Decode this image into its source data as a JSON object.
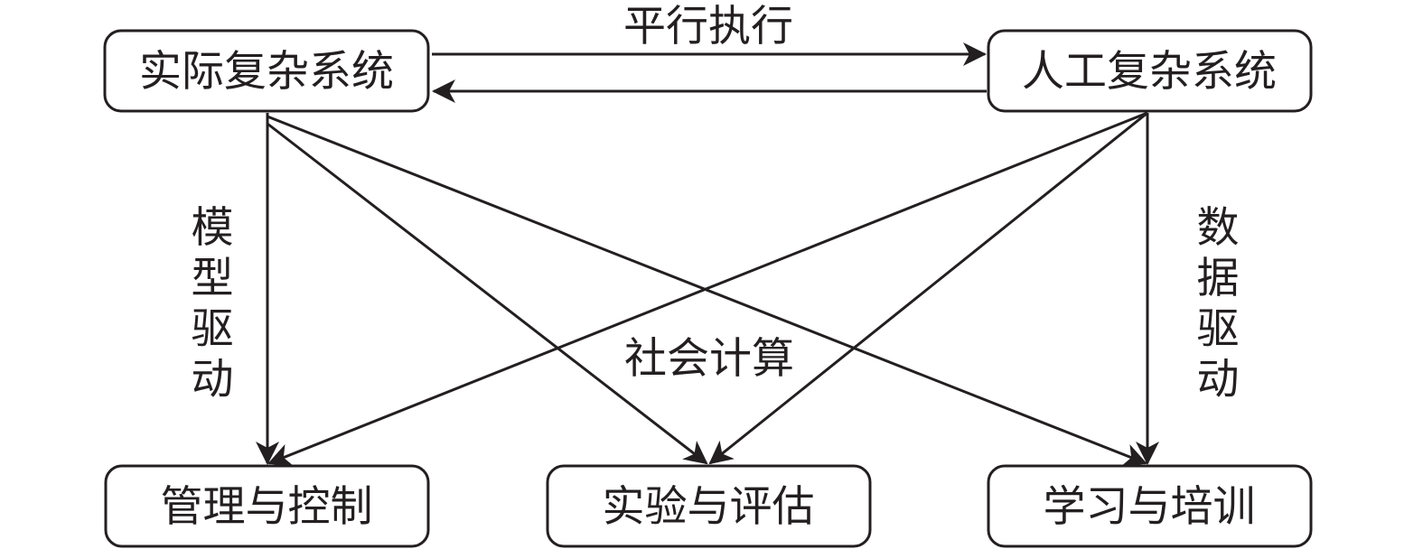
{
  "nodes": {
    "real_system": "实际复杂系统",
    "artificial_system": "人工复杂系统",
    "management_control": "管理与控制",
    "experiment_evaluation": "实验与评估",
    "learning_training": "学习与培训"
  },
  "edge_labels": {
    "parallel_execution": "平行执行",
    "model_driven": [
      "模",
      "型",
      "驱",
      "动"
    ],
    "data_driven": [
      "数",
      "据",
      "驱",
      "动"
    ],
    "social_computing": "社会计算"
  },
  "edges": [
    {
      "from": "实际复杂系统",
      "to": "人工复杂系统",
      "label": "平行执行"
    },
    {
      "from": "人工复杂系统",
      "to": "实际复杂系统",
      "label": ""
    },
    {
      "from": "实际复杂系统",
      "to": "管理与控制",
      "label": "模型驱动"
    },
    {
      "from": "实际复杂系统",
      "to": "实验与评估",
      "label": ""
    },
    {
      "from": "实际复杂系统",
      "to": "学习与培训",
      "label": ""
    },
    {
      "from": "人工复杂系统",
      "to": "管理与控制",
      "label": ""
    },
    {
      "from": "人工复杂系统",
      "to": "实验与评估",
      "label": ""
    },
    {
      "from": "人工复杂系统",
      "to": "学习与培训",
      "label": "数据驱动"
    }
  ],
  "colors": {
    "stroke": "#231f20",
    "background": "#ffffff"
  }
}
